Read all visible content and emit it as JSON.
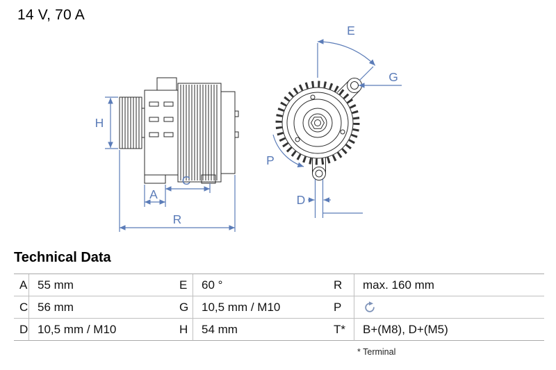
{
  "header": {
    "spec": "14 V, 70 A"
  },
  "diagram": {
    "dimension_color": "#5b7cb8",
    "line_color": "#2a2a2a",
    "labels": {
      "H": "H",
      "A": "A",
      "C": "C",
      "R": "R",
      "E": "E",
      "G": "G",
      "P": "P",
      "D": "D"
    }
  },
  "table": {
    "title": "Technical Data",
    "footnote": "* Terminal",
    "rows": [
      {
        "cells": [
          {
            "key": "A",
            "value": "55 mm"
          },
          {
            "key": "E",
            "value": "60 °"
          },
          {
            "key": "R",
            "value": "max. 160 mm"
          }
        ]
      },
      {
        "cells": [
          {
            "key": "C",
            "value": "56 mm"
          },
          {
            "key": "G",
            "value": "10,5 mm / M10"
          },
          {
            "key": "P",
            "value": "",
            "icon": "rotation-cw-icon"
          }
        ]
      },
      {
        "cells": [
          {
            "key": "D",
            "value": "10,5 mm / M10"
          },
          {
            "key": "H",
            "value": "54 mm"
          },
          {
            "key": "T*",
            "value": "B+(M8), D+(M5)"
          }
        ]
      }
    ]
  }
}
